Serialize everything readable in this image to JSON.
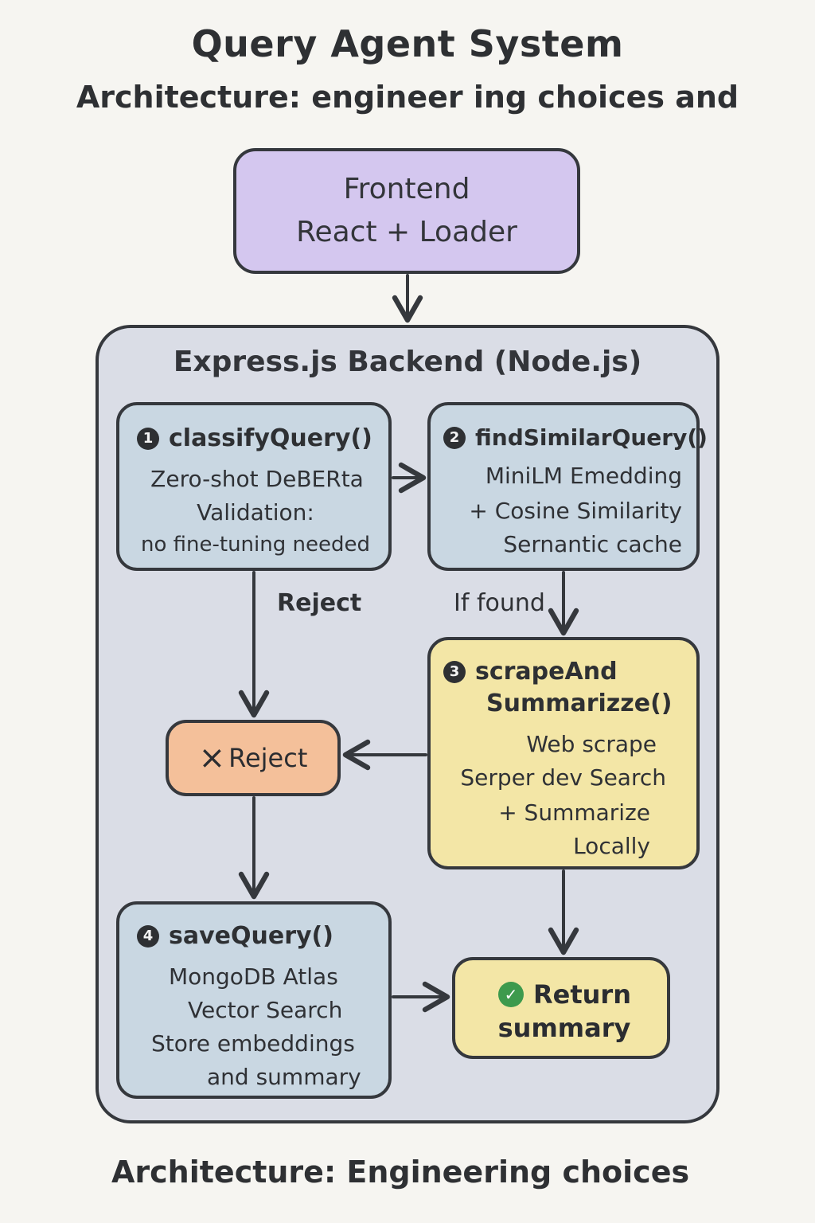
{
  "title": "Query Agent System",
  "subtitle": "Architecture: engineer ing choices and",
  "footer": "Architecture: Engineering choices",
  "frontend": {
    "line1": "Frontend",
    "line2": "React + Loader"
  },
  "backend": {
    "title": "Express.js Backend (Node.js)"
  },
  "nodes": {
    "classify": {
      "num": "1",
      "name": "classifyQuery()",
      "lines": [
        "Zero-shot DeBERta",
        "Validation:",
        "no fine-tuning needed"
      ]
    },
    "similar": {
      "num": "2",
      "name": "findSimilarQuery()",
      "lines": [
        "MiniLM Emedding",
        "+ Cosine Similarity",
        "Sernantic cache"
      ]
    },
    "scrape": {
      "num": "3",
      "name_line1": "scrapeAnd",
      "name_line2": "Summarizze()",
      "lines": [
        "Web scrape",
        "Serper dev Search",
        "+ Summarize",
        "Locally"
      ]
    },
    "save": {
      "num": "4",
      "name": "saveQuery()",
      "lines": [
        "MongoDB Atlas",
        "Vector Search",
        "Store embeddings",
        "and summary"
      ]
    },
    "reject": {
      "icon": "×",
      "label": "Reject"
    },
    "return": {
      "line1": "Return",
      "line2": "summary"
    }
  },
  "edge_labels": {
    "reject": "Reject",
    "if_found": "If found"
  },
  "colors": {
    "background": "#f6f5f1",
    "frontend": "#d4c7ef",
    "backend": "#dadde6",
    "blue_node": "#c9d7e2",
    "yellow_node": "#f3e6a6",
    "reject_node": "#f4c09a",
    "stroke": "#35383d",
    "check": "#3d9a4d"
  }
}
